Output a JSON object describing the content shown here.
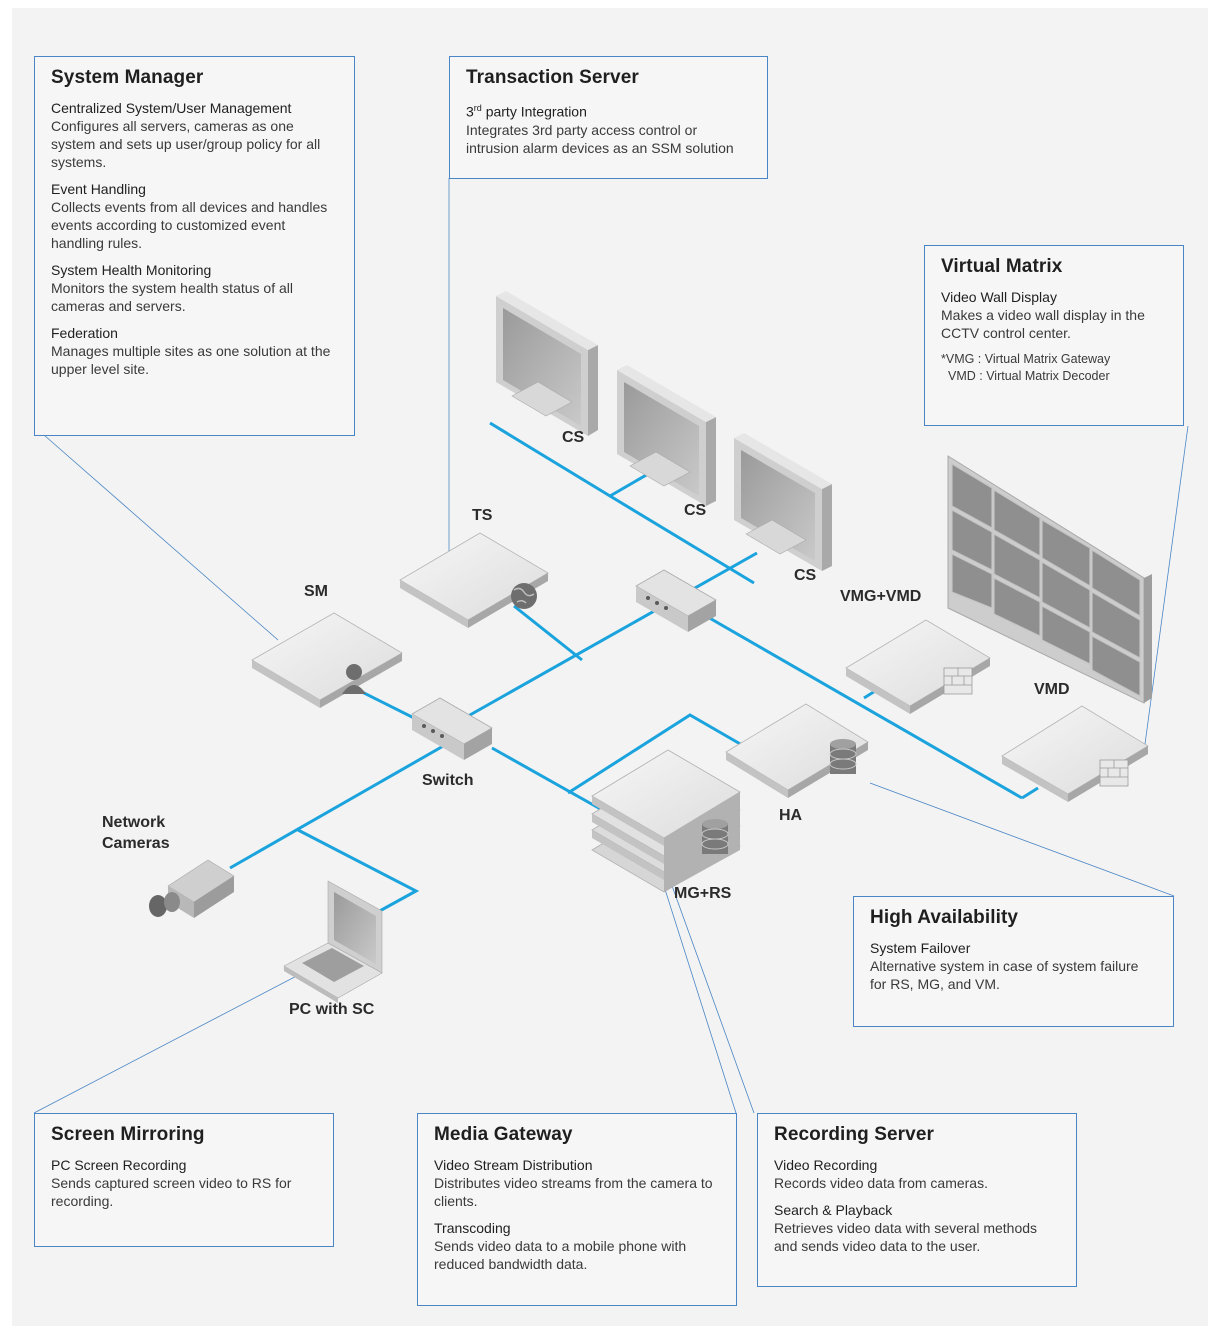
{
  "boxes": {
    "system_manager": {
      "title": "System Manager",
      "items": [
        {
          "sub": "Centralized System/User Management",
          "desc": "Configures all servers, cameras as one system and sets up user/group policy for all systems."
        },
        {
          "sub": "Event Handling",
          "desc": "Collects events from all devices and handles events according to customized event handling rules."
        },
        {
          "sub": "System Health Monitoring",
          "desc": "Monitors the system health status of all cameras and servers."
        },
        {
          "sub": "Federation",
          "desc": "Manages multiple sites as one solution at the upper level site."
        }
      ]
    },
    "transaction_server": {
      "title": "Transaction Server",
      "items": [
        {
          "sub_pre": "3",
          "sub_sup": "rd",
          "sub_post": " party Integration",
          "desc": "Integrates 3rd party access control or intrusion alarm devices as an SSM solution"
        }
      ]
    },
    "virtual_matrix": {
      "title": "Virtual Matrix",
      "items": [
        {
          "sub": "Video Wall Display",
          "desc": "Makes a video wall display in the CCTV control center."
        }
      ],
      "note1": "*VMG : Virtual Matrix Gateway",
      "note2": "VMD : Virtual Matrix Decoder"
    },
    "high_availability": {
      "title": "High Availability",
      "items": [
        {
          "sub": "System Failover",
          "desc": "Alternative system in case of system failure for RS, MG, and VM."
        }
      ]
    },
    "screen_mirroring": {
      "title": "Screen Mirroring",
      "items": [
        {
          "sub": "PC Screen Recording",
          "desc": "Sends captured screen video to RS for recording."
        }
      ]
    },
    "media_gateway": {
      "title": "Media Gateway",
      "items": [
        {
          "sub": "Video Stream Distribution",
          "desc": "Distributes video streams from the camera to clients."
        },
        {
          "sub": "Transcoding",
          "desc": "Sends video data to a mobile phone with reduced bandwidth data."
        }
      ]
    },
    "recording_server": {
      "title": "Recording Server",
      "items": [
        {
          "sub": "Video Recording",
          "desc": "Records video data from cameras."
        },
        {
          "sub": "Search & Playback",
          "desc": "Retrieves video data with several methods and sends video data to the user."
        }
      ]
    }
  },
  "labels": {
    "cs1": "CS",
    "cs2": "CS",
    "cs3": "CS",
    "ts": "TS",
    "sm": "SM",
    "vmg_vmd": "VMG+VMD",
    "vmd": "VMD",
    "switch": "Switch",
    "network_cameras_1": "Network",
    "network_cameras_2": "Cameras",
    "ha": "HA",
    "mg_rs": "MG+RS",
    "pc_with_sc": "PC with SC"
  },
  "colors": {
    "network_line": "#1aa3dd",
    "box_border": "#4a86c5",
    "device_face": "#e8e8e8",
    "device_side": "#b9b9b9"
  }
}
